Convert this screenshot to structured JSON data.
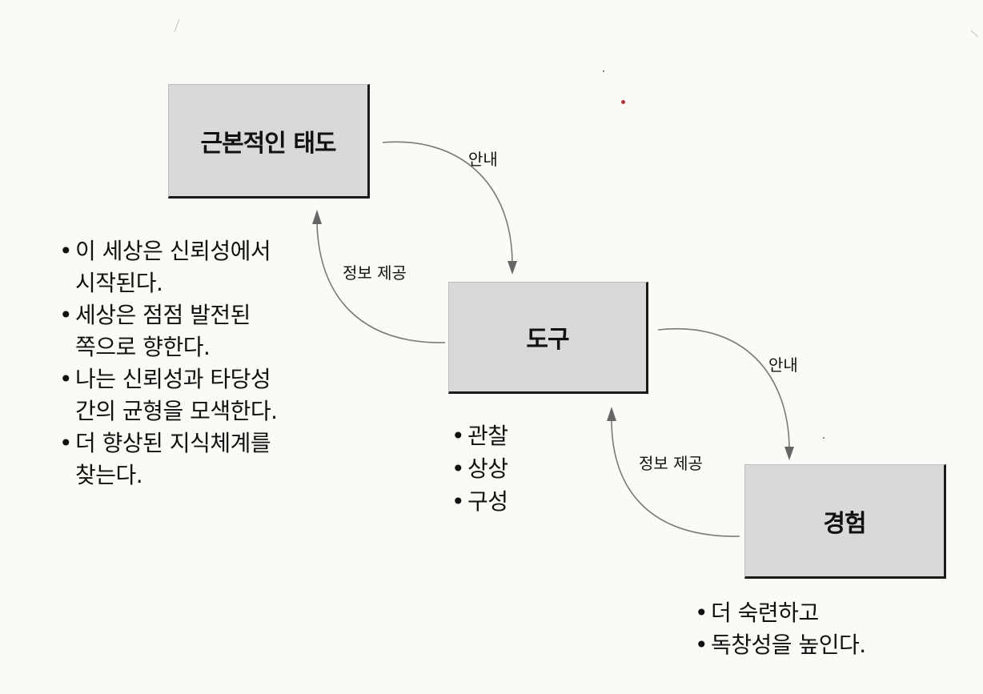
{
  "diagram": {
    "boxes": {
      "attitude": "근본적인 태도",
      "tool": "도구",
      "experience": "경험"
    },
    "arrow_labels": {
      "guide_1": "안내",
      "info_1": "정보 제공",
      "guide_2": "안내",
      "info_2": "정보 제공"
    },
    "attitude_list": [
      [
        "이 세상은 신뢰성에서",
        "시작된다."
      ],
      [
        "세상은 점점 발전된",
        "쪽으로 향한다."
      ],
      [
        "나는 신뢰성과 타당성",
        "간의 균형을 모색한다."
      ],
      [
        "더 향상된 지식체계를",
        "찾는다."
      ]
    ],
    "tool_list": [
      "관찰",
      "상상",
      "구성"
    ],
    "experience_list": [
      "더 숙련하고",
      "독창성을 높인다."
    ],
    "colors": {
      "box_fill": "#d9d9d9",
      "box_shadow": "#1a1a1a",
      "arrow": "#777777",
      "background": "#fbfaf6"
    }
  }
}
